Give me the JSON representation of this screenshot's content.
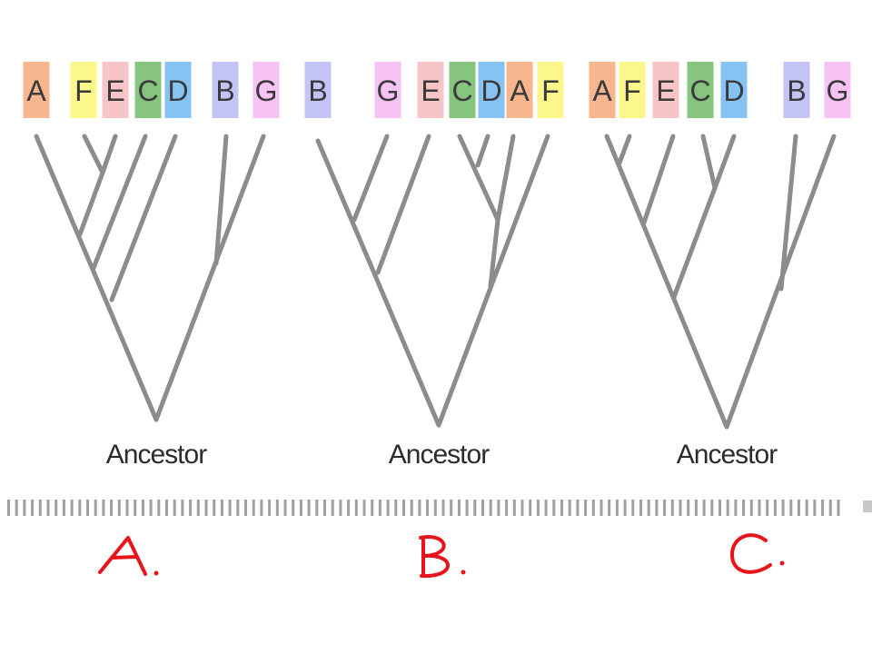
{
  "colors": {
    "A": "#f7b68d",
    "F": "#fbf78a",
    "E": "#f7c4c8",
    "C": "#86c47f",
    "D": "#86c3f2",
    "B": "#c3c3f7",
    "G": "#f7c3f4",
    "branch": "#8c8c8c",
    "answer": "#e8141c"
  },
  "trees": [
    {
      "taxa": [
        "A",
        "F",
        "E",
        "C",
        "D",
        "B",
        "G"
      ],
      "root_label": "Ancestor",
      "choice": "A."
    },
    {
      "taxa": [
        "B",
        "G",
        "E",
        "C",
        "D",
        "A",
        "F"
      ],
      "root_label": "Ancestor",
      "choice": "B."
    },
    {
      "taxa": [
        "A",
        "F",
        "E",
        "C",
        "D",
        "B",
        "G"
      ],
      "root_label": "Ancestor",
      "choice": "C."
    }
  ]
}
